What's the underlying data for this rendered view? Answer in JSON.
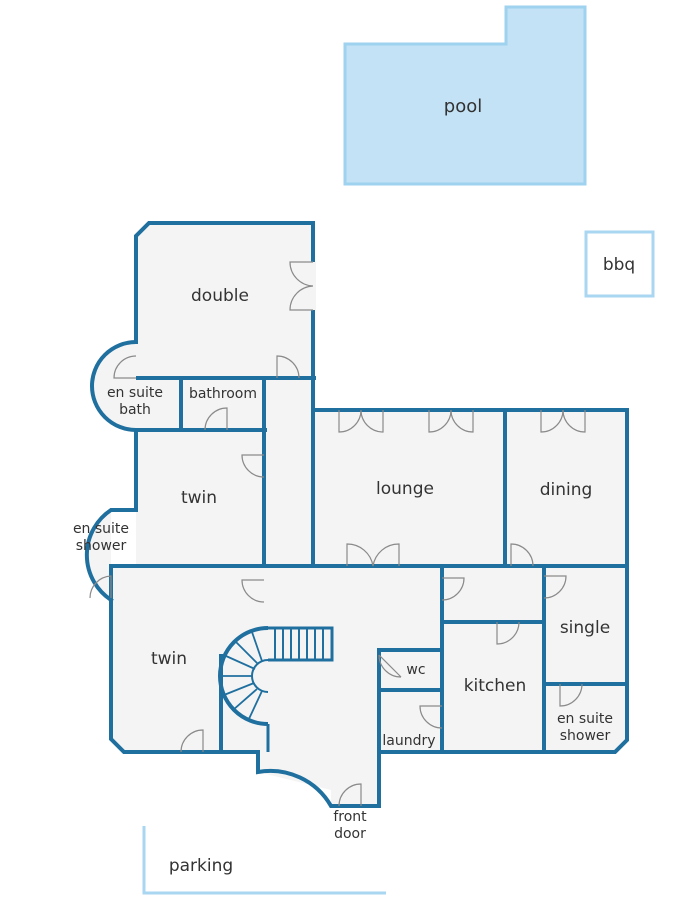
{
  "colors": {
    "wall": "#1f6f9f",
    "floor": "#f4f4f4",
    "pool_fill": "#c3e2f5",
    "pool_stroke": "#9ed2ef",
    "outline": "#a9d6f0",
    "door": "#8a8a8a",
    "text": "#333333"
  },
  "labels": {
    "pool": "pool",
    "bbq": "bbq",
    "double": "double",
    "ensuite_bath_1": "en suite",
    "ensuite_bath_2": "bath",
    "bathroom": "bathroom",
    "twin_upper": "twin",
    "ensuite_shower_left_1": "en suite",
    "ensuite_shower_left_2": "shower",
    "lounge": "lounge",
    "dining": "dining",
    "twin_lower": "twin",
    "wc": "wc",
    "kitchen": "kitchen",
    "single": "single",
    "ensuite_shower_right_1": "en suite",
    "ensuite_shower_right_2": "shower",
    "laundry": "laundry",
    "front_door_1": "front",
    "front_door_2": "door",
    "parking": "parking"
  }
}
